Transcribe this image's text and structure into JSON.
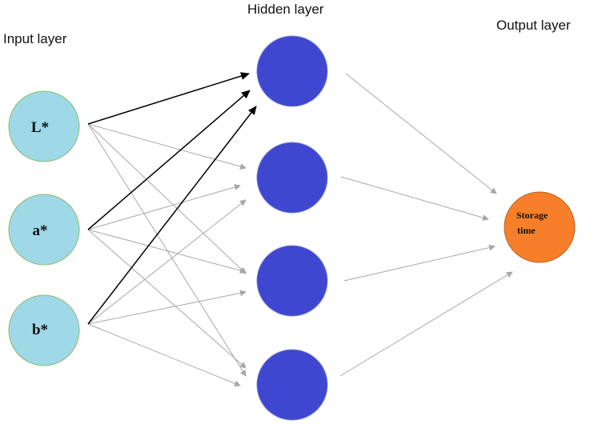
{
  "titles": {
    "input": "Input layer",
    "hidden": "Hidden layer",
    "output": "Output layer"
  },
  "input_nodes": [
    {
      "label": "L*"
    },
    {
      "label": "a*"
    },
    {
      "label": "b*"
    }
  ],
  "hidden_node_count": 4,
  "output_node": {
    "label_line1": "Storage",
    "label_line2": "time"
  },
  "colors": {
    "input_fill": "#9fd8e6",
    "input_stroke": "#8cbf6a",
    "hidden_fill": "#3f46cf",
    "hidden_stroke": "#7c83cf",
    "output_fill": "#f77f2a",
    "output_stroke": "#b4621f",
    "highlight_edge": "#000000",
    "edge": "#a8a8a8"
  }
}
